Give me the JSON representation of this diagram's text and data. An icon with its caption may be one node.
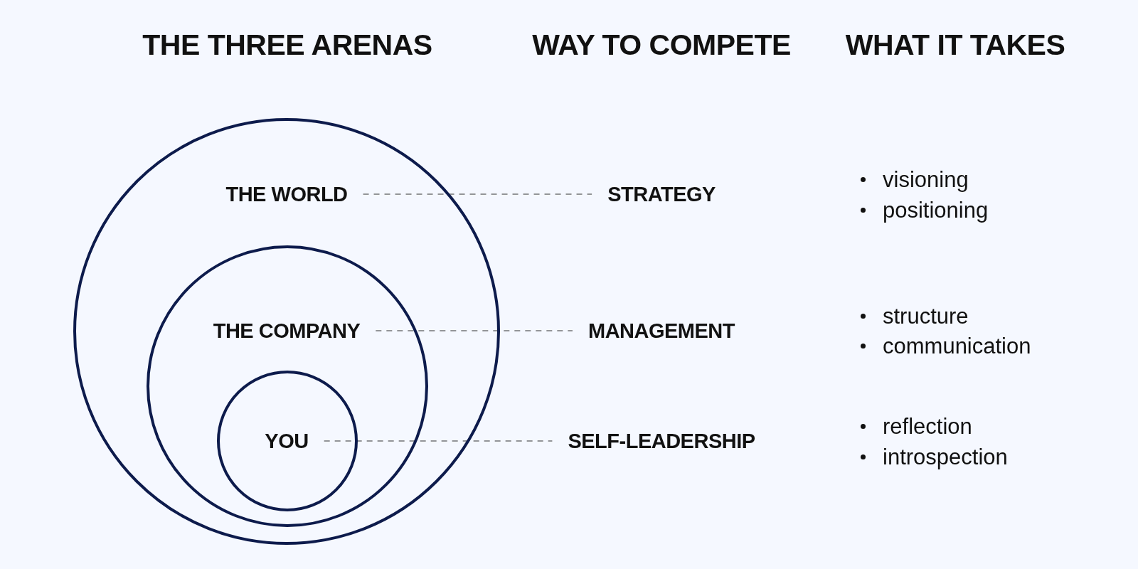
{
  "diagram": {
    "nodes": [
      {
        "text": [
          "THE WORLD"
        ]
      },
      {
        "text": [
          "THE COMPANY"
        ],
        "in": 0
      },
      {
        "text": [
          "YOU"
        ],
        "in": 1
      },
      {
        "text": [
          "STRATEGY"
        ]
      },
      {
        "text": [
          "MANAGEMENT"
        ]
      },
      {
        "text": [
          "SELF-LEADERSHIP"
        ]
      }
    ],
    "edges": [
      {
        "from": 0,
        "to": 3,
        "arrow": "none",
        "style": "dashed"
      },
      {
        "from": 1,
        "to": 4,
        "arrow": "none",
        "style": "dashed"
      },
      {
        "from": 2,
        "to": 5,
        "arrow": "none",
        "style": "dashed"
      }
    ],
    "labels": [
      "THE THREE ARENAS",
      "WAY TO COMPETE",
      "WHAT IT TAKES",
      "visioning",
      "positioning",
      "structure",
      "communication",
      "reflection",
      "introspection"
    ]
  }
}
